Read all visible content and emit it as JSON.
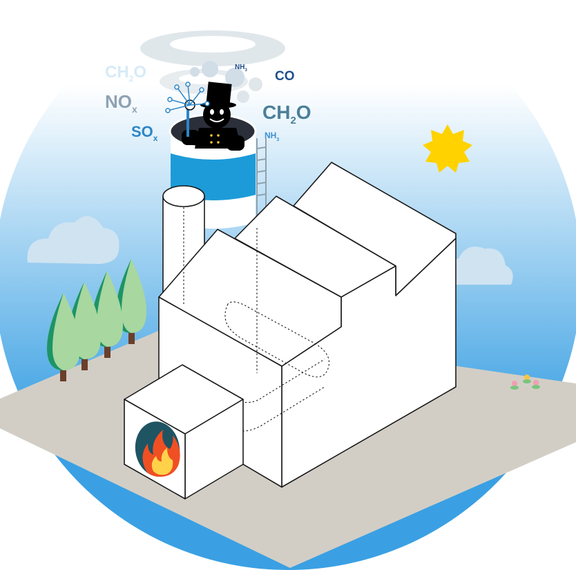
{
  "pollutants": [
    {
      "id": "ch2o-top",
      "base": "CH",
      "sub": "2",
      "tail": "O",
      "color": "#d6ebf7"
    },
    {
      "id": "nh3-top",
      "base": "NH",
      "sub": "3",
      "tail": "",
      "color": "#1f4f8c"
    },
    {
      "id": "co",
      "base": "CO",
      "sub": "",
      "tail": "",
      "color": "#1f4f8c"
    },
    {
      "id": "nox",
      "base": "NO",
      "sub": "x",
      "tail": "",
      "color": "#8ea2b3"
    },
    {
      "id": "ch2o-big",
      "base": "CH",
      "sub": "2",
      "tail": "O",
      "color": "#4b7f98"
    },
    {
      "id": "sox",
      "base": "SO",
      "sub": "x",
      "tail": "",
      "color": "#2b86c9"
    },
    {
      "id": "nh3-low",
      "base": "NH",
      "sub": "3",
      "tail": "",
      "color": "#3f8fcf"
    }
  ],
  "colors": {
    "sky_top": "#ffffff",
    "sky_bottom": "#3aa0e3",
    "ground": "#d2cec6",
    "chimney_band": "#1d9bd8",
    "sun": "#ffd200",
    "tree_dark": "#1d9466",
    "tree_light": "#a8d7a0",
    "trunk": "#6b3f2a",
    "cloud": "#cfe3f1",
    "fire_outer": "#f04f23",
    "fire_inner": "#ffd24a",
    "furnace_hole": "#1f5463"
  }
}
